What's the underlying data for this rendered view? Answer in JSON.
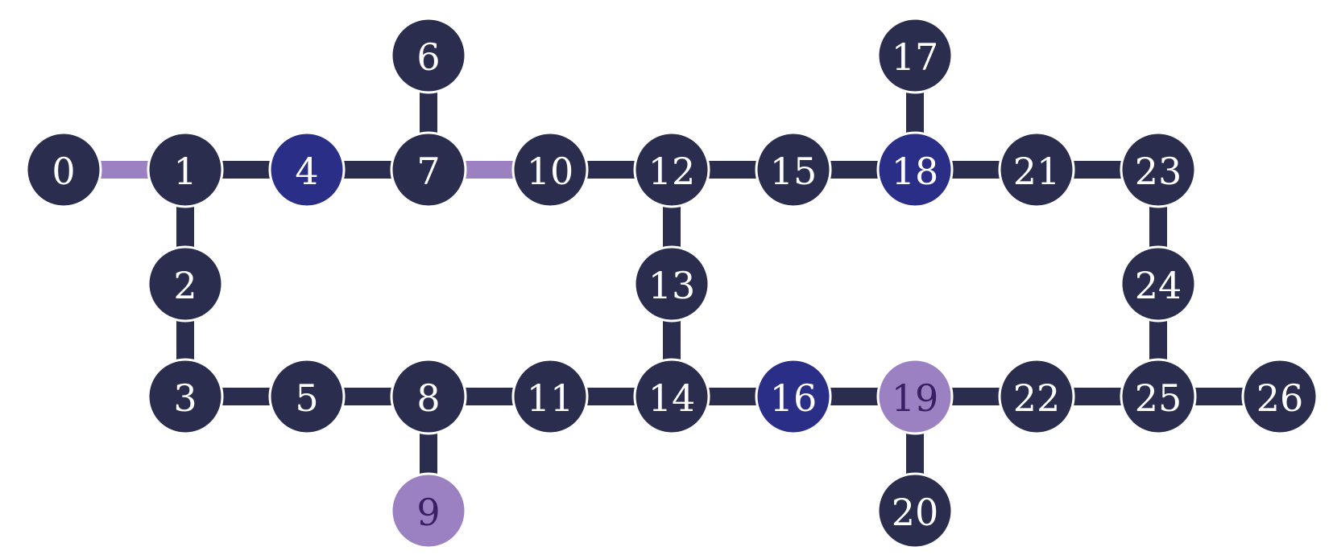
{
  "colors": {
    "default_node": "#2a2d4e",
    "highlight_node": "#2b2e86",
    "accent_node": "#9b80c2",
    "default_edge": "#2a2d4e",
    "accent_edge": "#9b80c2",
    "label_light": "#ffffff",
    "label_dark": "#3a1f66"
  },
  "nodes": [
    {
      "id": "0",
      "label": "0",
      "style": "default"
    },
    {
      "id": "1",
      "label": "1",
      "style": "default"
    },
    {
      "id": "2",
      "label": "2",
      "style": "default"
    },
    {
      "id": "3",
      "label": "3",
      "style": "default"
    },
    {
      "id": "4",
      "label": "4",
      "style": "highlight"
    },
    {
      "id": "5",
      "label": "5",
      "style": "default"
    },
    {
      "id": "6",
      "label": "6",
      "style": "default"
    },
    {
      "id": "7",
      "label": "7",
      "style": "default"
    },
    {
      "id": "8",
      "label": "8",
      "style": "default"
    },
    {
      "id": "9",
      "label": "9",
      "style": "accent"
    },
    {
      "id": "10",
      "label": "10",
      "style": "default"
    },
    {
      "id": "11",
      "label": "11",
      "style": "default"
    },
    {
      "id": "12",
      "label": "12",
      "style": "default"
    },
    {
      "id": "13",
      "label": "13",
      "style": "default"
    },
    {
      "id": "14",
      "label": "14",
      "style": "default"
    },
    {
      "id": "15",
      "label": "15",
      "style": "default"
    },
    {
      "id": "16",
      "label": "16",
      "style": "highlight"
    },
    {
      "id": "17",
      "label": "17",
      "style": "default"
    },
    {
      "id": "18",
      "label": "18",
      "style": "highlight"
    },
    {
      "id": "19",
      "label": "19",
      "style": "accent"
    },
    {
      "id": "20",
      "label": "20",
      "style": "default"
    },
    {
      "id": "21",
      "label": "21",
      "style": "default"
    },
    {
      "id": "22",
      "label": "22",
      "style": "default"
    },
    {
      "id": "23",
      "label": "23",
      "style": "default"
    },
    {
      "id": "24",
      "label": "24",
      "style": "default"
    },
    {
      "id": "25",
      "label": "25",
      "style": "default"
    },
    {
      "id": "26",
      "label": "26",
      "style": "default"
    }
  ],
  "edges": [
    {
      "source": "0",
      "target": "1",
      "style": "accent"
    },
    {
      "source": "1",
      "target": "4",
      "style": "default"
    },
    {
      "source": "4",
      "target": "7",
      "style": "default"
    },
    {
      "source": "7",
      "target": "10",
      "style": "accent"
    },
    {
      "source": "10",
      "target": "12",
      "style": "default"
    },
    {
      "source": "12",
      "target": "15",
      "style": "default"
    },
    {
      "source": "15",
      "target": "18",
      "style": "default"
    },
    {
      "source": "18",
      "target": "21",
      "style": "default"
    },
    {
      "source": "21",
      "target": "23",
      "style": "default"
    },
    {
      "source": "6",
      "target": "7",
      "style": "default"
    },
    {
      "source": "17",
      "target": "18",
      "style": "default"
    },
    {
      "source": "1",
      "target": "2",
      "style": "default"
    },
    {
      "source": "2",
      "target": "3",
      "style": "default"
    },
    {
      "source": "12",
      "target": "13",
      "style": "default"
    },
    {
      "source": "13",
      "target": "14",
      "style": "default"
    },
    {
      "source": "23",
      "target": "24",
      "style": "default"
    },
    {
      "source": "24",
      "target": "25",
      "style": "default"
    },
    {
      "source": "3",
      "target": "5",
      "style": "default"
    },
    {
      "source": "5",
      "target": "8",
      "style": "default"
    },
    {
      "source": "8",
      "target": "11",
      "style": "default"
    },
    {
      "source": "11",
      "target": "14",
      "style": "default"
    },
    {
      "source": "14",
      "target": "16",
      "style": "default"
    },
    {
      "source": "16",
      "target": "19",
      "style": "default"
    },
    {
      "source": "19",
      "target": "22",
      "style": "default"
    },
    {
      "source": "22",
      "target": "25",
      "style": "default"
    },
    {
      "source": "25",
      "target": "26",
      "style": "default"
    },
    {
      "source": "8",
      "target": "9",
      "style": "default"
    },
    {
      "source": "19",
      "target": "20",
      "style": "default"
    }
  ]
}
